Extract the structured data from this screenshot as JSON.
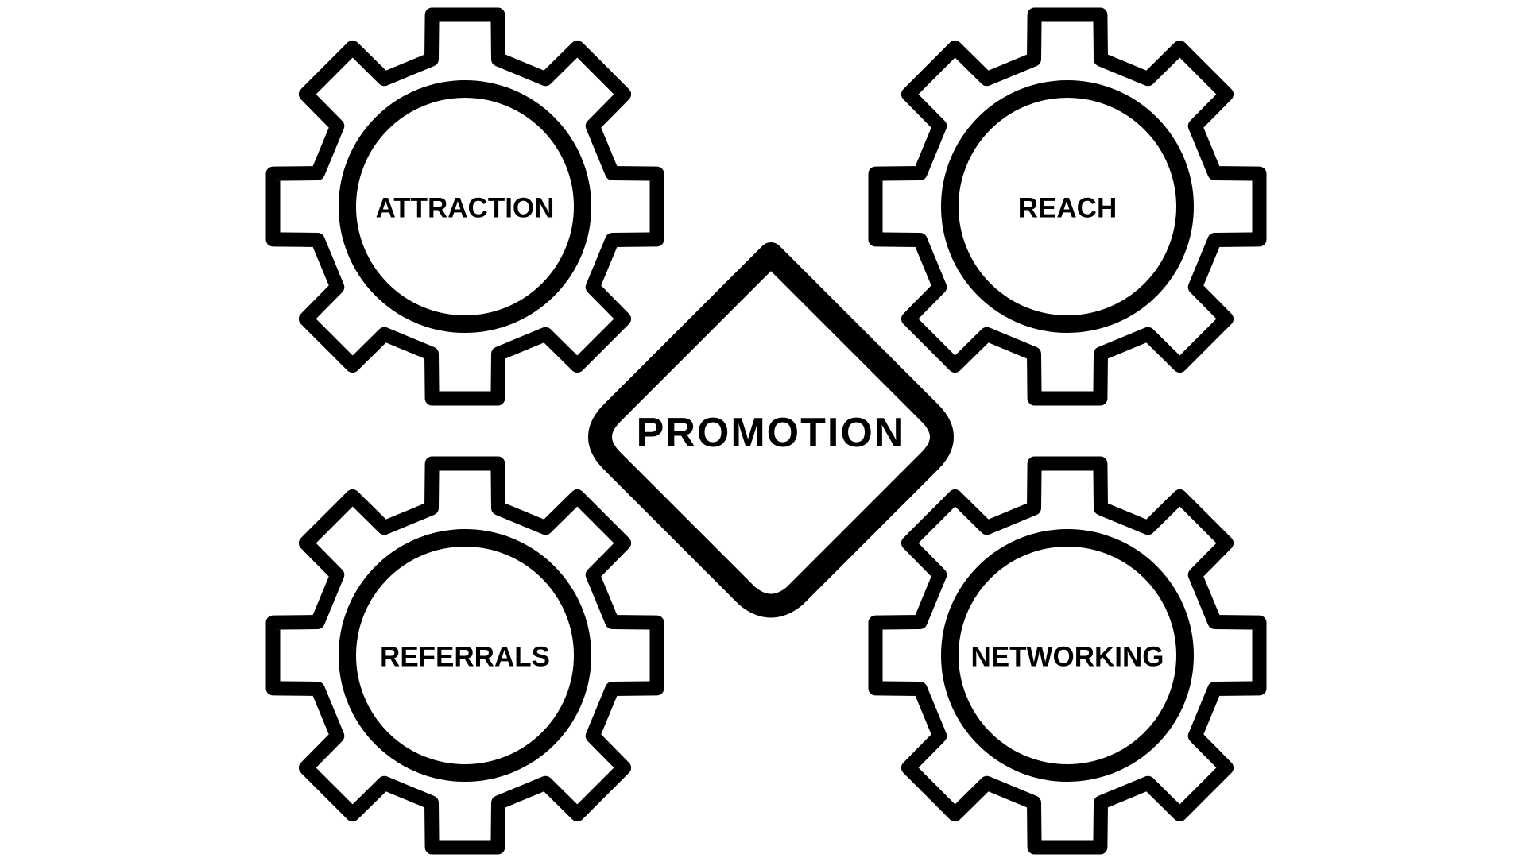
{
  "diagram": {
    "center": {
      "label": "PROMOTION"
    },
    "gears": [
      {
        "id": "attraction",
        "label": "ATTRACTION"
      },
      {
        "id": "reach",
        "label": "REACH"
      },
      {
        "id": "referrals",
        "label": "REFERRALS"
      },
      {
        "id": "networking",
        "label": "NETWORKING"
      }
    ]
  },
  "colors": {
    "stroke": "#000000",
    "background": "#ffffff"
  },
  "icons": {
    "gear": "gear-icon",
    "center": "diamond-shape"
  }
}
